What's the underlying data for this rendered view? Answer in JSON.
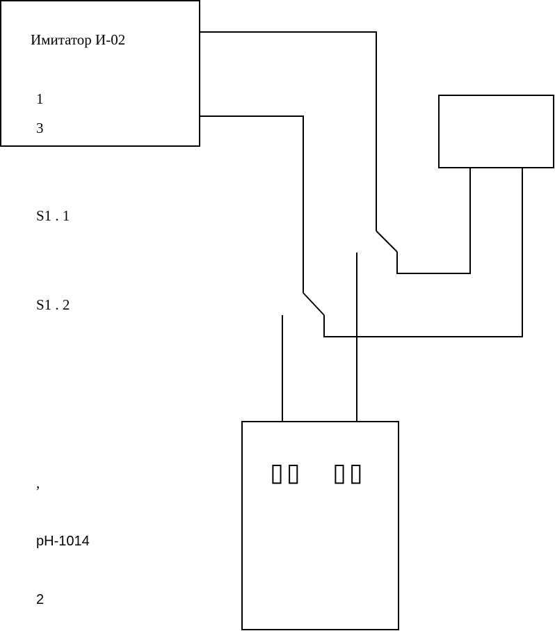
{
  "labels": {
    "imitator_title": "Имитатор И-02",
    "terminal_1": "1",
    "terminal_3": "3",
    "switch_s1_1": "S1 . 1",
    "switch_s1_2": "S1 . 2",
    "comma_mark": ",",
    "meter_model": "pH-1014",
    "terminal_2": "2",
    "meter_display_left": "▯▯",
    "meter_display_right": "▯▯"
  }
}
